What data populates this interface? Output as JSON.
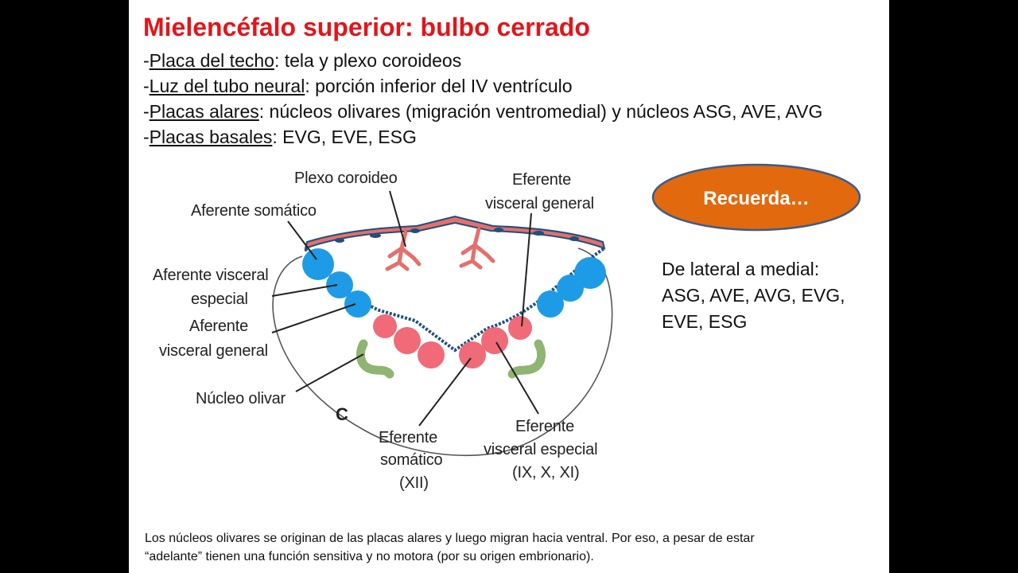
{
  "slide": {
    "title": "Mielencéfalo superior: bulbo cerrado",
    "bullets": [
      {
        "prefix": "-",
        "term": "Placa del techo",
        "text": ": tela y plexo coroideos"
      },
      {
        "prefix": "-",
        "term": "Luz del tubo neural",
        "text": ": porción inferior del IV ventrículo"
      },
      {
        "prefix": "-",
        "term": "Placas alares",
        "text": ": núcleos olivares (migración ventromedial) y núcleos ASG, AVE, AVG"
      },
      {
        "prefix": "-",
        "term": "Placas basales",
        "text": ": EVG, EVE, ESG"
      }
    ],
    "callout": "Recuerda…",
    "side_note": {
      "line1": "De lateral a medial:",
      "line2": "ASG, AVE, AVG, EVG,",
      "line3": "EVE, ESG"
    },
    "footnote": {
      "line1": "Los núcleos olivares se originan de las placas alares y luego migran hacia ventral. Por eso, a pesar de estar",
      "line2": "“adelante” tienen una función sensitiva y no motora (por su origen embrionario)."
    }
  },
  "diagram": {
    "panel_letter": "C",
    "labels": {
      "plexo": "Plexo coroideo",
      "asg": "Aferente somático",
      "ave_1": "Aferente visceral",
      "ave_2": "especial",
      "avg_1": "Aferente",
      "avg_2": "visceral general",
      "olivar": "Núcleo olivar",
      "evg_1": "Eferente",
      "evg_2": "visceral general",
      "esg_1": "Eferente",
      "esg_2": "somático",
      "esg_3": "(XII)",
      "eve_1": "Eferente",
      "eve_2": "visceral especial",
      "eve_3": "(IX, X, XI)"
    }
  },
  "colors": {
    "title": "#e3151a",
    "afferent": "#1e9be6",
    "efferent": "#f06a78",
    "olivary": "#8fb573",
    "plexus": "#e56f6c",
    "ependyma": "#1f4f7d",
    "callout_fill": "#e2690e",
    "callout_stroke": "#3b5c8a"
  }
}
